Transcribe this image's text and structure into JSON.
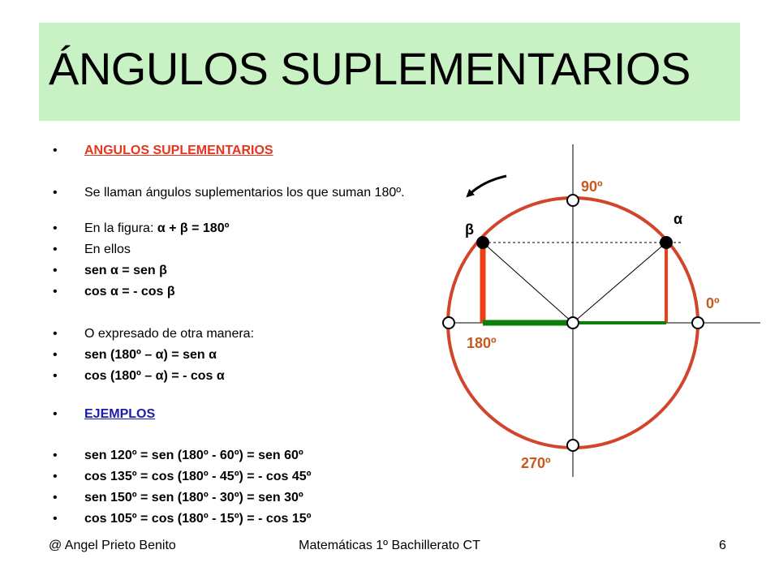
{
  "slide": {
    "title": "ÁNGULOS SUPLEMENTARIOS",
    "bullets": [
      {
        "text": "ANGULOS SUPLEMENTARIOS",
        "style": "red-underline"
      },
      {
        "text": "Se llaman ángulos suplementarios los que suman 180º.",
        "style": "normal"
      },
      {
        "prefix": "En la figura:  ",
        "text": "α + β = 180º",
        "style": "mixed"
      },
      {
        "text": "En ellos",
        "style": "normal"
      },
      {
        "text": "sen α = sen β",
        "style": "bold"
      },
      {
        "text": "cos α = - cos β",
        "style": "bold"
      },
      {
        "text": "O expresado de otra manera:",
        "style": "normal"
      },
      {
        "text": "sen (180º – α) = sen α",
        "style": "bold"
      },
      {
        "text": "cos (180º – α) = - cos α",
        "style": "bold"
      },
      {
        "text": "EJEMPLOS",
        "style": "blue-underline"
      },
      {
        "text": "sen 120º = sen (180º - 60º) = sen 60º",
        "style": "bold"
      },
      {
        "text": "cos 135º = cos (180º - 45º) = - cos 45º",
        "style": "bold"
      },
      {
        "text": "sen 150º = sen (180º - 30º) = sen 30º",
        "style": "bold"
      },
      {
        "text": "cos 105º = cos (180º - 15º) = - cos 15º",
        "style": "bold"
      }
    ],
    "bullet_glyph": "•"
  },
  "diagram": {
    "labels": {
      "deg90": "90º",
      "deg0": "0º",
      "deg180": "180º",
      "deg270": "270º",
      "alpha": "α",
      "beta": "β"
    },
    "colors": {
      "circle": "#d2442b",
      "sine": "#ef3d14",
      "cosine": "#0b7f0b",
      "label": "#c65a1e",
      "axis": "#000000"
    }
  },
  "footer": {
    "author": "@ Angel Prieto Benito",
    "course": "Matemáticas  1º Bachillerato CT",
    "page": "6"
  }
}
